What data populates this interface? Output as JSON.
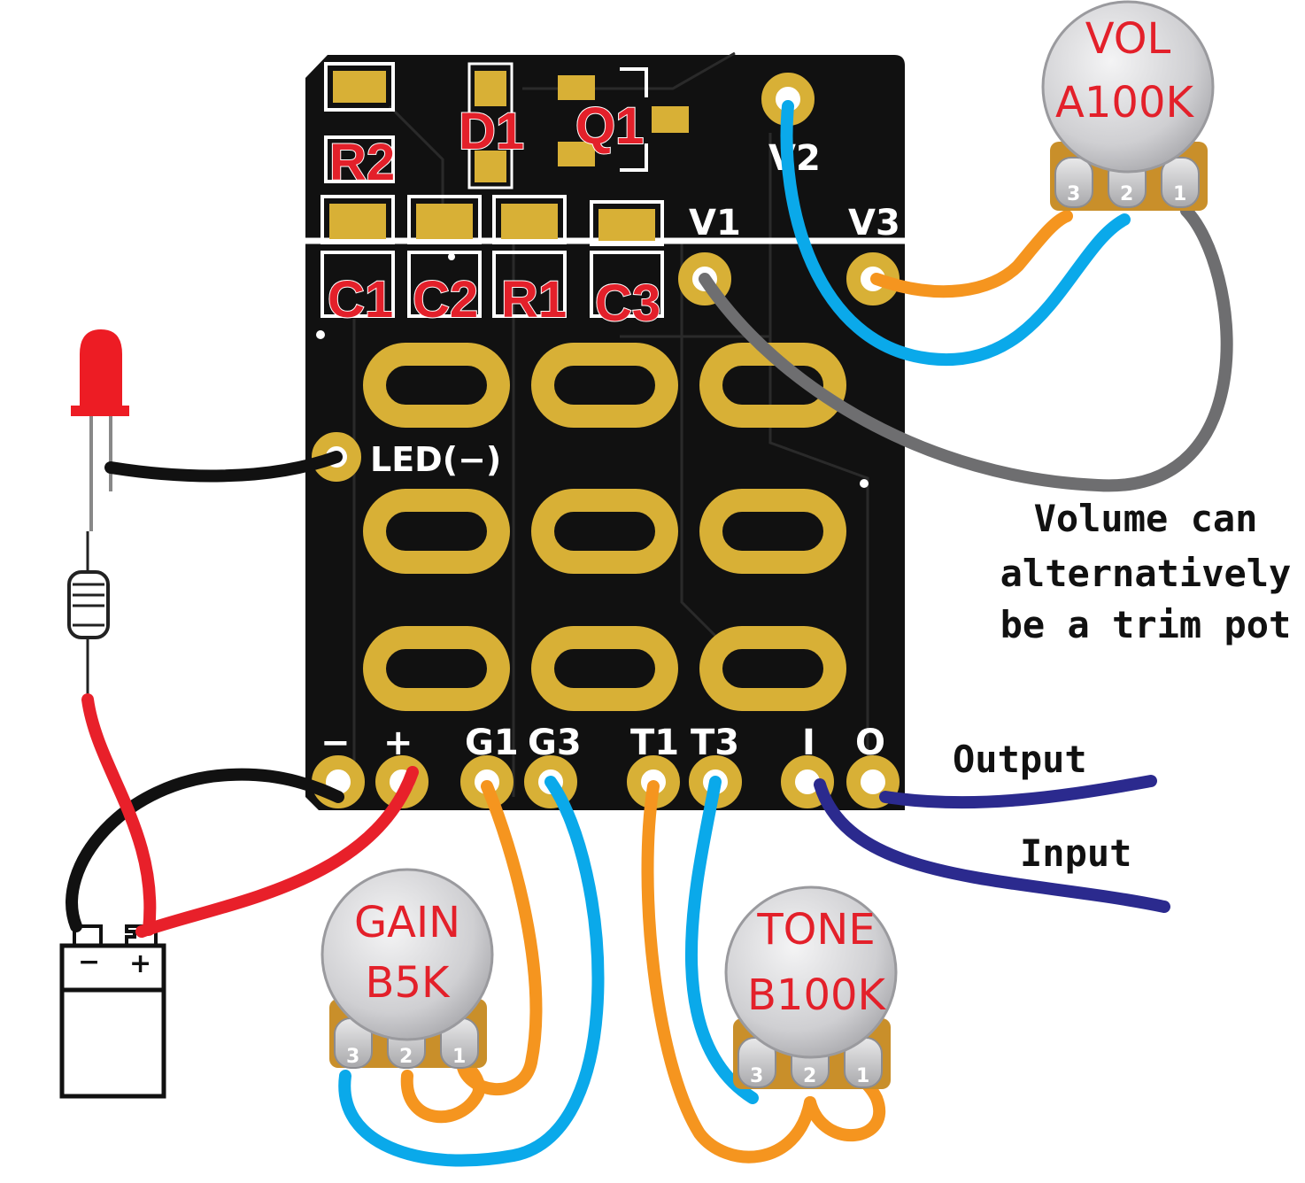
{
  "colors": {
    "pcb": "#111111",
    "pad": "#d8b036",
    "refdes": "#e3202a",
    "wire_black": "#111111",
    "wire_red": "#e8202a",
    "wire_orange": "#f5951f",
    "wire_blue": "#0aa9ea",
    "wire_gray": "#6e6e70",
    "wire_navy": "#2b2a8e",
    "pot_knob": "#d8d8da"
  },
  "components": {
    "r2": "R2",
    "d1": "D1",
    "q1": "Q1",
    "c1": "C1",
    "c2": "C2",
    "r1": "R1",
    "c3": "C3"
  },
  "pads": {
    "v1": "V1",
    "v2": "V2",
    "v3": "V3",
    "led_neg": "LED(−)",
    "minus": "−",
    "plus": "+",
    "g1": "G1",
    "g3": "G3",
    "t1": "T1",
    "t3": "T3",
    "input": "I",
    "output": "O"
  },
  "pots": {
    "vol": {
      "name": "VOL",
      "value": "A100K",
      "pins": [
        "3",
        "2",
        "1"
      ]
    },
    "gain": {
      "name": "GAIN",
      "value": "B5K",
      "pins": [
        "3",
        "2",
        "1"
      ]
    },
    "tone": {
      "name": "TONE",
      "value": "B100K",
      "pins": [
        "3",
        "2",
        "1"
      ]
    }
  },
  "battery": {
    "minus": "−",
    "plus": "+"
  },
  "labels": {
    "output": "Output",
    "input": "Input",
    "note_line1": "Volume can",
    "note_line2": "alternatively",
    "note_line3": "be a trim pot"
  }
}
